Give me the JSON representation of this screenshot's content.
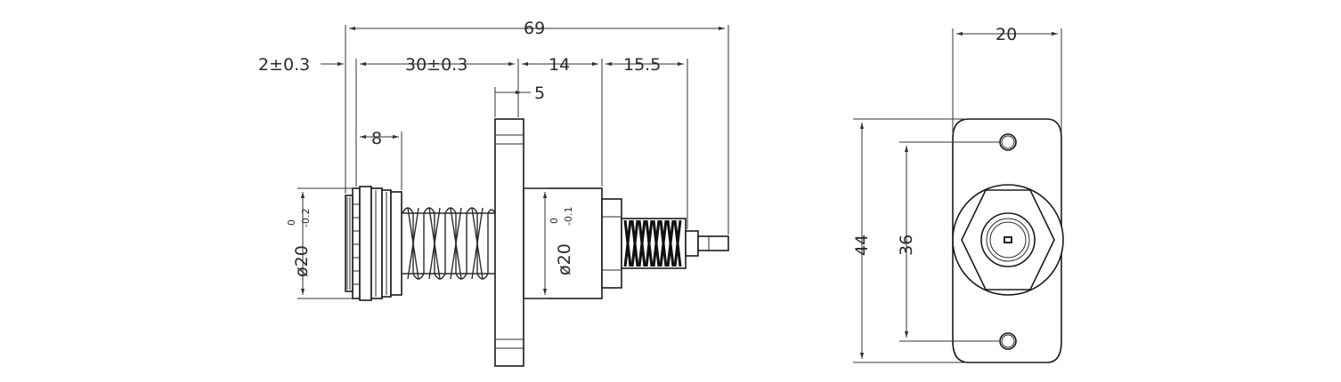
{
  "side_view": {
    "dimensions": {
      "overall_length": "69",
      "left_flange_thickness": "2±0.3",
      "spring_length": "30±0.3",
      "body_length": "14",
      "thread_length": "15.5",
      "flange_width": "5",
      "left_cap_length": "8",
      "left_diameter": "ø20",
      "left_diameter_tol_upper": "0",
      "left_diameter_tol_lower": "-0.2",
      "body_diameter": "ø20",
      "body_diameter_tol_upper": "0",
      "body_diameter_tol_lower": "-0.1"
    }
  },
  "front_view": {
    "dimensions": {
      "width": "20",
      "height": "44",
      "hole_spacing": "36"
    }
  }
}
